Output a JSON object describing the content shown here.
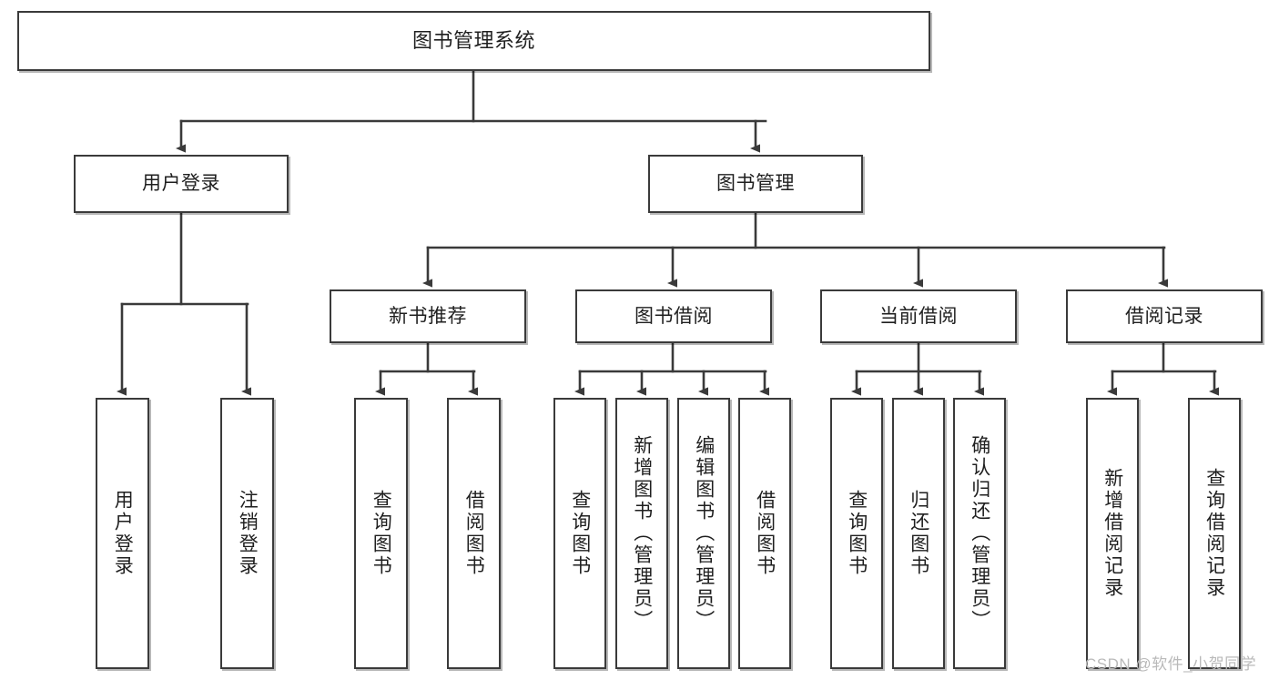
{
  "diagram": {
    "title": "图书管理系统",
    "type": "tree-hierarchy",
    "colors": {
      "box_border": "#3a3a3a",
      "box_fill": "#ffffff",
      "connector": "#3a3a3a",
      "text": "#1f1f1f",
      "watermark": "#b9b9b9",
      "background": "#ffffff"
    },
    "nodes": {
      "root": {
        "label": "图书管理系统",
        "level": 1,
        "orientation": "horizontal"
      },
      "n_user_login": {
        "label": "用户登录",
        "level": 2,
        "orientation": "horizontal"
      },
      "n_book_manage": {
        "label": "图书管理",
        "level": 2,
        "orientation": "horizontal"
      },
      "n_new_book_rec": {
        "label": "新书推荐",
        "level": 3,
        "orientation": "horizontal"
      },
      "n_book_borrow": {
        "label": "图书借阅",
        "level": 3,
        "orientation": "horizontal"
      },
      "n_current_borrow": {
        "label": "当前借阅",
        "level": 3,
        "orientation": "horizontal"
      },
      "n_borrow_record": {
        "label": "借阅记录",
        "level": 3,
        "orientation": "horizontal"
      },
      "l_user_login": {
        "label": "用户登录",
        "level": 4,
        "orientation": "vertical"
      },
      "l_logout": {
        "label": "注销登录",
        "level": 4,
        "orientation": "vertical"
      },
      "l_query_book_a": {
        "label": "查询图书",
        "level": 4,
        "orientation": "vertical"
      },
      "l_borrow_book_a": {
        "label": "借阅图书",
        "level": 4,
        "orientation": "vertical"
      },
      "l_query_book_b": {
        "label": "查询图书",
        "level": 4,
        "orientation": "vertical"
      },
      "l_add_book": {
        "label": "新增图书（管理员）",
        "level": 4,
        "orientation": "vertical"
      },
      "l_edit_book": {
        "label": "编辑图书（管理员）",
        "level": 4,
        "orientation": "vertical"
      },
      "l_borrow_book_b": {
        "label": "借阅图书",
        "level": 4,
        "orientation": "vertical"
      },
      "l_query_book_c": {
        "label": "查询图书",
        "level": 4,
        "orientation": "vertical"
      },
      "l_return_book": {
        "label": "归还图书",
        "level": 4,
        "orientation": "vertical"
      },
      "l_confirm_return": {
        "label": "确认归还（管理员）",
        "level": 4,
        "orientation": "vertical"
      },
      "l_add_record": {
        "label": "新增借阅记录",
        "level": 4,
        "orientation": "vertical"
      },
      "l_query_record": {
        "label": "查询借阅记录",
        "level": 4,
        "orientation": "vertical"
      }
    },
    "edges": [
      {
        "from": "root",
        "to": "n_user_login"
      },
      {
        "from": "root",
        "to": "n_book_manage"
      },
      {
        "from": "n_user_login",
        "to": "l_user_login"
      },
      {
        "from": "n_user_login",
        "to": "l_logout"
      },
      {
        "from": "n_book_manage",
        "to": "n_new_book_rec"
      },
      {
        "from": "n_book_manage",
        "to": "n_book_borrow"
      },
      {
        "from": "n_book_manage",
        "to": "n_current_borrow"
      },
      {
        "from": "n_book_manage",
        "to": "n_borrow_record"
      },
      {
        "from": "n_new_book_rec",
        "to": "l_query_book_a"
      },
      {
        "from": "n_new_book_rec",
        "to": "l_borrow_book_a"
      },
      {
        "from": "n_book_borrow",
        "to": "l_query_book_b"
      },
      {
        "from": "n_book_borrow",
        "to": "l_add_book"
      },
      {
        "from": "n_book_borrow",
        "to": "l_edit_book"
      },
      {
        "from": "n_book_borrow",
        "to": "l_borrow_book_b"
      },
      {
        "from": "n_current_borrow",
        "to": "l_query_book_c"
      },
      {
        "from": "n_current_borrow",
        "to": "l_return_book"
      },
      {
        "from": "n_current_borrow",
        "to": "l_confirm_return"
      },
      {
        "from": "n_borrow_record",
        "to": "l_add_record"
      },
      {
        "from": "n_borrow_record",
        "to": "l_query_record"
      }
    ]
  },
  "watermark": {
    "text": "CSDN @软件_小贺同学"
  }
}
